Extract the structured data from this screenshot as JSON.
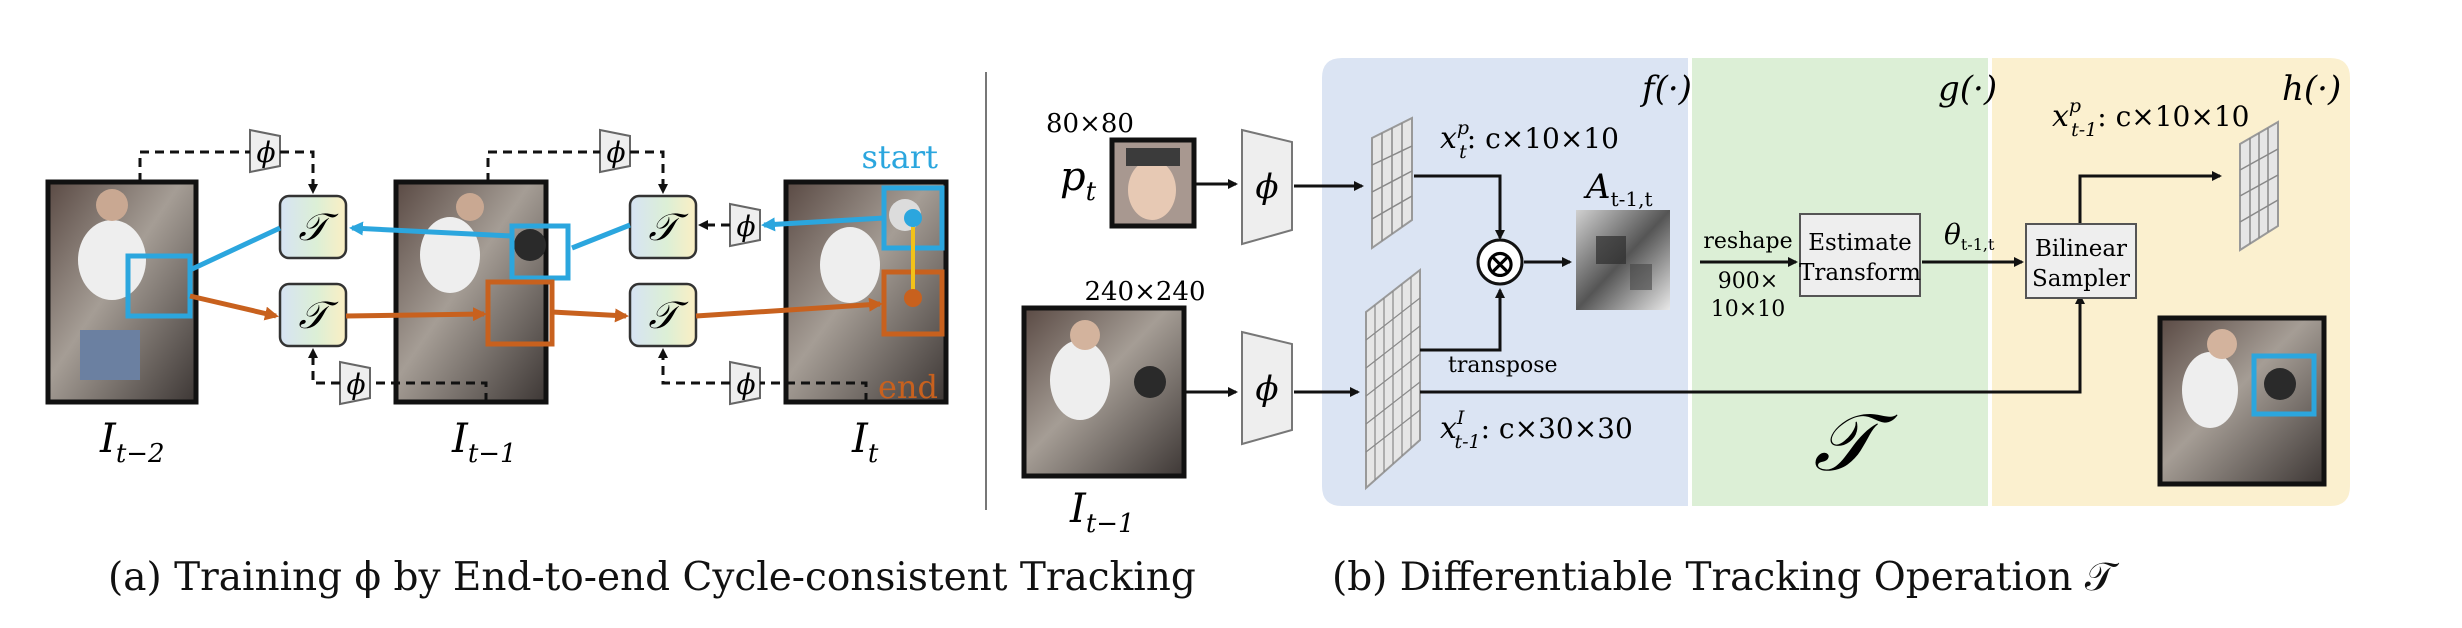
{
  "panel_a": {
    "caption": "(a) Training ϕ by End-to-end Cycle-consistent Tracking",
    "frame_labels": [
      "I",
      "t−2",
      "I",
      "t−1",
      "I",
      "t"
    ],
    "phi": "ϕ",
    "tau": "𝒯",
    "start_label": "start",
    "end_label": "end"
  },
  "panel_b": {
    "caption": "(b) Differentiable Tracking Operation 𝒯",
    "p_label_main": "p",
    "p_label_sub": "t",
    "size_patch": "80×80",
    "size_frame": "240×240",
    "frame_label_main": "I",
    "frame_label_sub": "t−1",
    "phi": "ϕ",
    "f_label": "f(·)",
    "g_label": "g(·)",
    "h_label": "h(·)",
    "xp_main": "x",
    "xp_sup": "p",
    "xp_sub": "t",
    "xp_dim": ": c×10×10",
    "xi_main": "x",
    "xi_sup": "I",
    "xi_sub": "t-1",
    "xi_dim": ": c×30×30",
    "xp_out_main": "x",
    "xp_out_sup": "p",
    "xp_out_sub": "t-1",
    "xp_out_dim": ": c×10×10",
    "a_main": "A",
    "a_sub": "t-1,t",
    "otimes": "⊗",
    "transpose": "transpose",
    "reshape": "reshape",
    "reshape_dim1": "900×",
    "reshape_dim2": "10×10",
    "estimate_1": "Estimate",
    "estimate_2": "Transform",
    "theta_main": "θ",
    "theta_sub": "t-1,t",
    "bilinear_1": "Bilinear",
    "bilinear_2": "Sampler",
    "tau_big": "𝒯"
  },
  "colors": {
    "f_bg": "#dbe4f3",
    "g_bg": "#dcefd6",
    "h_bg": "#fbf0cf",
    "start": "#2ba6de",
    "end": "#c8611e",
    "yellow": "#f2c219"
  }
}
